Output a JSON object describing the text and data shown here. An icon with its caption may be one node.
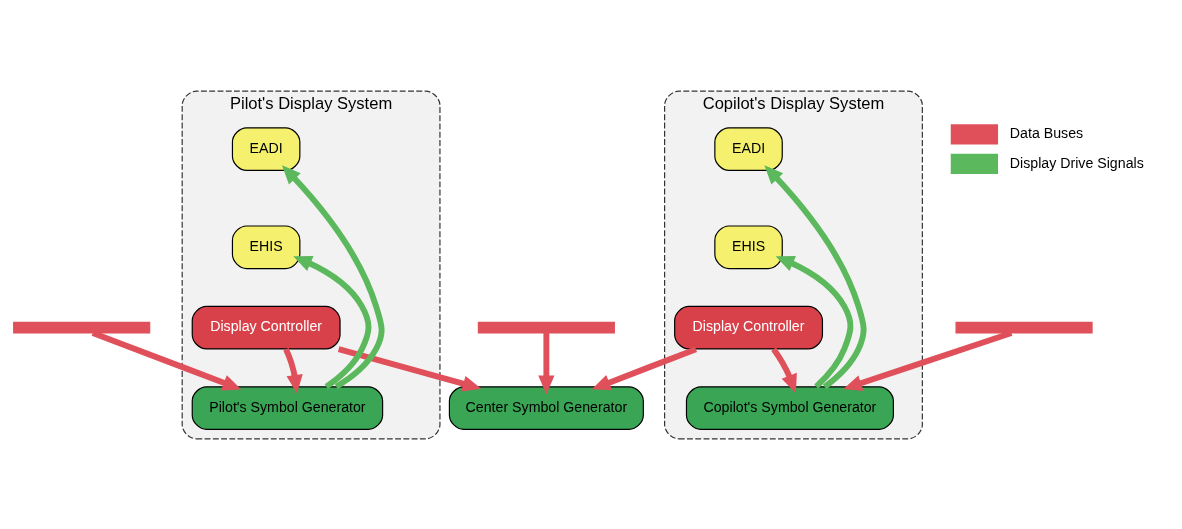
{
  "diagram": {
    "nodes": [
      {
        "text": [
          "Pilot's Display System"
        ]
      },
      {
        "text": [
          "EADI"
        ],
        "in": 0
      },
      {
        "text": [
          "EHIS"
        ],
        "in": 0
      },
      {
        "text": [
          "Display Controller"
        ],
        "in": 0
      },
      {
        "text": [
          "Pilot's Symbol Generator"
        ],
        "in": 0
      },
      {
        "text": [
          "Center Symbol Generator"
        ]
      },
      {
        "text": [
          "Copilot's Display System"
        ]
      },
      {
        "text": [
          "EADI"
        ],
        "in": 6
      },
      {
        "text": [
          "EHIS"
        ],
        "in": 6
      },
      {
        "text": [
          "Display Controller"
        ],
        "in": 6
      },
      {
        "text": [
          "Copilot's Symbol Generator"
        ],
        "in": 6
      },
      {
        "text": [],
        "shape": "bar"
      },
      {
        "text": [],
        "shape": "bar"
      },
      {
        "text": [],
        "shape": "bar"
      }
    ],
    "edges": [
      {
        "from": 4,
        "to": 1,
        "arrow": "to",
        "color": "#5cb85c"
      },
      {
        "from": 4,
        "to": 2,
        "arrow": "to",
        "color": "#5cb85c"
      },
      {
        "from": 3,
        "to": 4,
        "arrow": "to"
      },
      {
        "from": 3,
        "to": 5,
        "arrow": "to"
      },
      {
        "from": 9,
        "to": 5,
        "arrow": "to"
      },
      {
        "from": 9,
        "to": 10,
        "arrow": "to"
      },
      {
        "from": 10,
        "to": 7,
        "arrow": "to",
        "color": "#5cb85c"
      },
      {
        "from": 10,
        "to": 8,
        "arrow": "to",
        "color": "#5cb85c"
      },
      {
        "from": 11,
        "to": 4,
        "arrow": "to"
      },
      {
        "from": 12,
        "to": 5,
        "arrow": "to"
      },
      {
        "from": 13,
        "to": 10,
        "arrow": "to"
      }
    ],
    "legend": [
      {
        "text": "Data Buses",
        "color": "#e0505a"
      },
      {
        "text": "Display Drive Signals",
        "color": "#5cb85c"
      }
    ]
  }
}
